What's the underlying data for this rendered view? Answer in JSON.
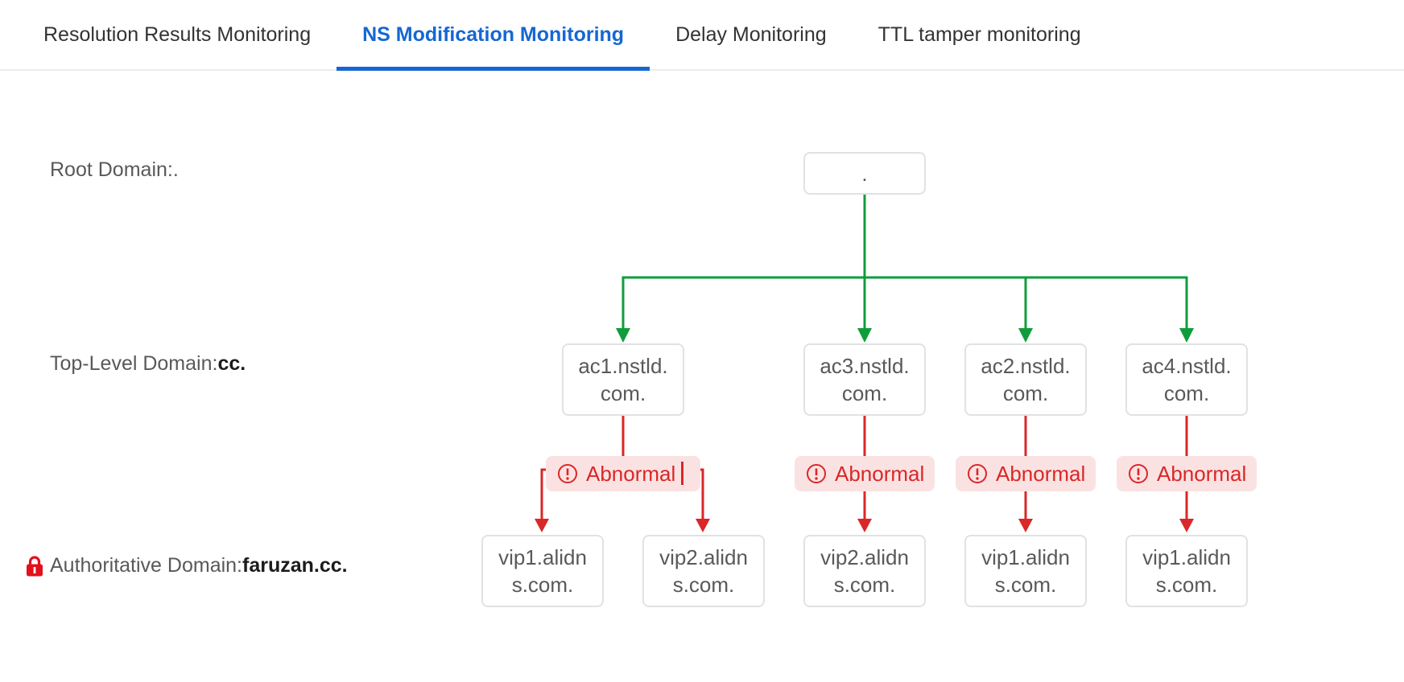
{
  "tabs": [
    {
      "label": "Resolution Results Monitoring",
      "active": false
    },
    {
      "label": "NS Modification Monitoring",
      "active": true
    },
    {
      "label": "Delay Monitoring",
      "active": false
    },
    {
      "label": "TTL tamper monitoring",
      "active": false
    }
  ],
  "row_labels": {
    "root": {
      "label": "Root Domain:",
      "value": "."
    },
    "tld": {
      "label": "Top-Level Domain:",
      "value": "cc."
    },
    "auth": {
      "label": "Authoritative Domain:",
      "value": "faruzan.cc."
    }
  },
  "tree": {
    "root_node": ".",
    "tld_nodes": [
      "ac1.nstld.com.",
      "ac3.nstld.com.",
      "ac2.nstld.com.",
      "ac4.nstld.com."
    ],
    "auth_nodes": [
      "vip1.alidns.com.",
      "vip2.alidns.com.",
      "vip2.alidns.com.",
      "vip1.alidns.com.",
      "vip1.alidns.com."
    ],
    "badge_labels": [
      "Abnormal",
      "Abnormal",
      "Abnormal",
      "Abnormal"
    ]
  },
  "icons": {
    "lock": "lock-icon",
    "badge": "alert-circle-icon"
  },
  "colors": {
    "active_tab_blue": "#1567d3",
    "normal_edge_green": "#0f9d3c",
    "abnormal_edge_red": "#da2727",
    "abnormal_badge_bg": "#fbe2e2",
    "lock_red": "#e2121c",
    "node_text_gray": "#595959",
    "node_border_gray": "#e2e2e2"
  }
}
